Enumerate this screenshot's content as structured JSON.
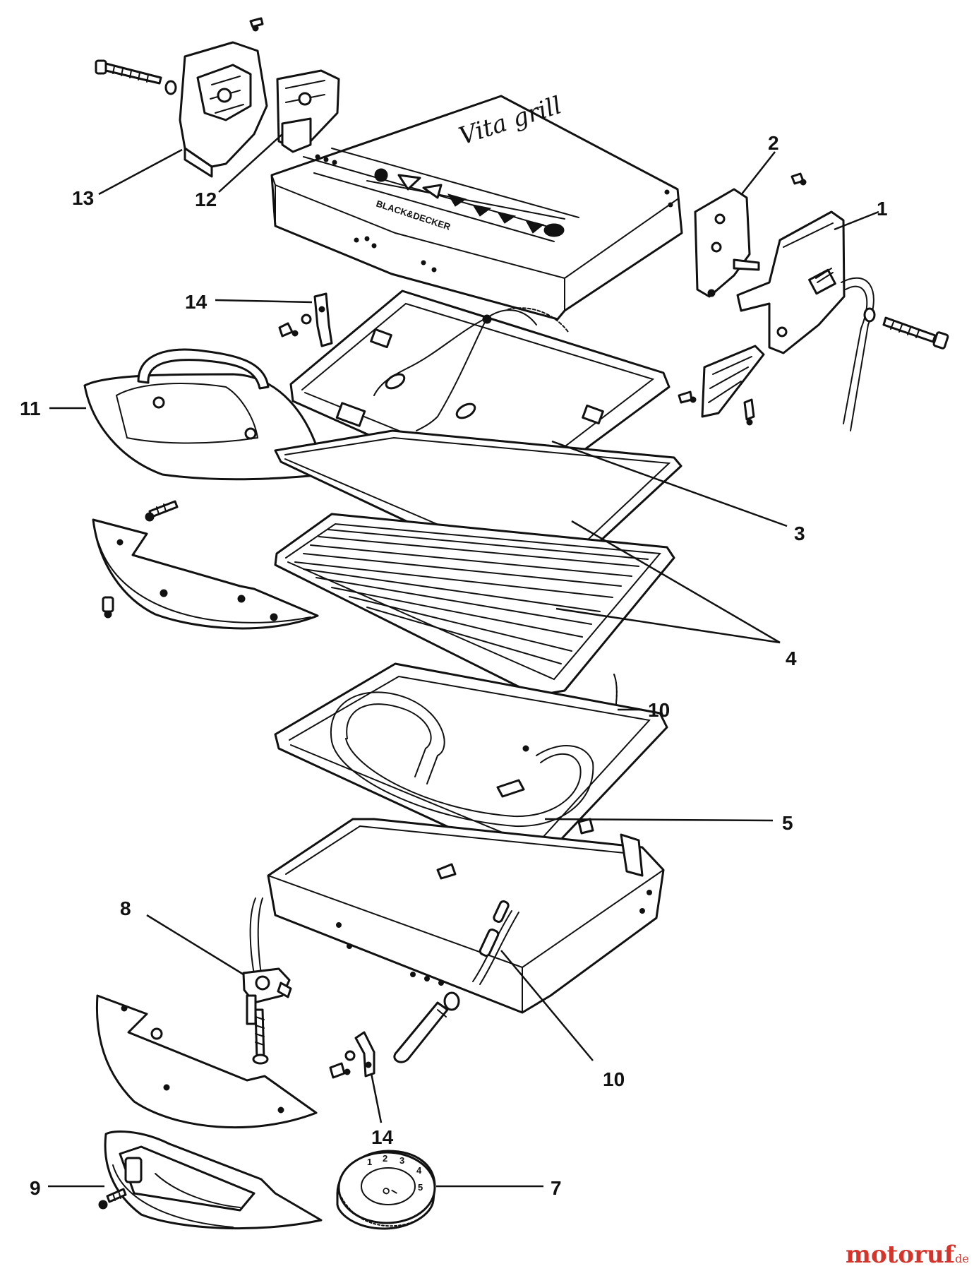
{
  "callouts": {
    "c1": "1",
    "c2": "2",
    "c3": "3",
    "c4": "4",
    "c5": "5",
    "c7": "7",
    "c8": "8",
    "c9": "9",
    "c10a": "10",
    "c10b": "10",
    "c11": "11",
    "c12": "12",
    "c13": "13",
    "c14a": "14",
    "c14b": "14"
  },
  "lid": {
    "brand": "BLACK&DECKER",
    "logo": "Vita grill"
  },
  "dial_marks": [
    "1",
    "2",
    "3",
    "4",
    "5",
    "O",
    "I"
  ],
  "watermark": {
    "text": "motoruf",
    "suffix": ".de"
  }
}
